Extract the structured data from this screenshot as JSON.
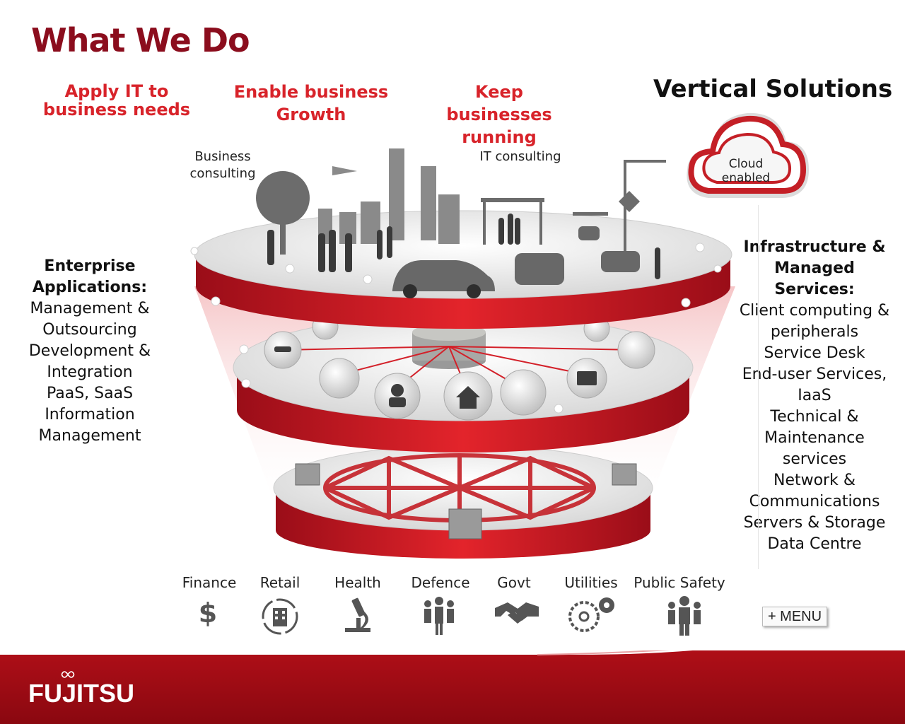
{
  "page": {
    "title": "What We Do",
    "vertical_solutions": "Vertical Solutions",
    "cloud_label_line1": "Cloud",
    "cloud_label_line2": "enabled"
  },
  "taglines": [
    {
      "line1": "Apply IT to",
      "line2": "business needs"
    },
    {
      "line1": "Enable business",
      "line2": "Growth"
    },
    {
      "line1": "Keep businesses",
      "line2": "running"
    }
  ],
  "consulting": {
    "business_line1": "Business",
    "business_line2": "consulting",
    "it": "IT consulting"
  },
  "left_panel": {
    "heading_line1": "Enterprise",
    "heading_line2": "Applications:",
    "items": [
      "Management &",
      "Outsourcing",
      "Development &",
      "Integration",
      "PaaS, SaaS",
      "Information",
      "Management"
    ]
  },
  "right_panel": {
    "heading_line1": "Infrastructure  &",
    "heading_line2": "Managed",
    "heading_line3": "Services:",
    "items": [
      "Client computing &",
      "peripherals",
      "Service Desk",
      "End-user Services,",
      "IaaS",
      "Technical &",
      "Maintenance",
      "services",
      "Network &",
      "Communications",
      "Servers & Storage",
      "Data Centre"
    ]
  },
  "industries": [
    {
      "label": "Finance",
      "icon": "dollar-icon"
    },
    {
      "label": "Retail",
      "icon": "building-cycle-icon"
    },
    {
      "label": "Health",
      "icon": "microscope-icon"
    },
    {
      "label": "Defence",
      "icon": "soldiers-icon"
    },
    {
      "label": "Govt",
      "icon": "handshake-icon"
    },
    {
      "label": "Utilities",
      "icon": "gears-icon"
    },
    {
      "label": "Public Safety",
      "icon": "people-group-icon"
    }
  ],
  "menu_button": "+ MENU",
  "footer": {
    "logo": "FUJITSU"
  },
  "colors": {
    "brand_red": "#d8232a",
    "title_dark_red": "#8b0d1d",
    "footer_red": "#b8101a",
    "grey_icon": "#555555"
  }
}
